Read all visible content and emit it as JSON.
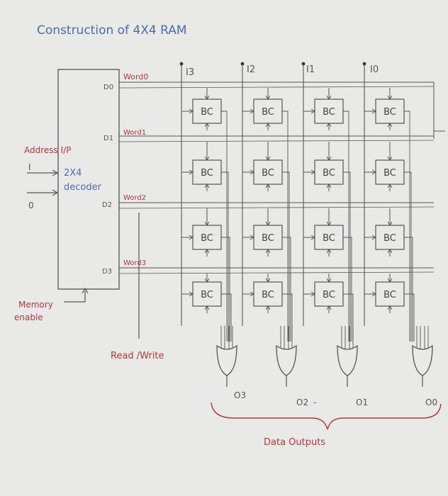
{
  "title": "Construction of 4X4 RAM",
  "decoder": {
    "label_line1": "2X4",
    "label_line2": "decoder",
    "outputs": [
      "D0",
      "D1",
      "D2",
      "D3"
    ]
  },
  "address_input": {
    "label": "Address I/P",
    "bits": [
      "I",
      "0"
    ]
  },
  "memory_enable": {
    "line1": "Memory",
    "line2": "enable"
  },
  "read_write": "Read /Write",
  "word_lines": [
    "Word0",
    "Word1",
    "Word2",
    "Word3"
  ],
  "data_inputs": [
    "I3",
    "I2",
    "I1",
    "I0"
  ],
  "cell_label": "BC",
  "data_outputs": [
    "O3",
    "O2",
    "O1",
    "O0"
  ],
  "output_separator": "-",
  "data_outputs_label": "Data Outputs",
  "colors": {
    "ink_blue": "#4a6fa8",
    "ink_red": "#b03a3a",
    "wire_gray": "#555555",
    "paper": "#e9e9e8"
  }
}
